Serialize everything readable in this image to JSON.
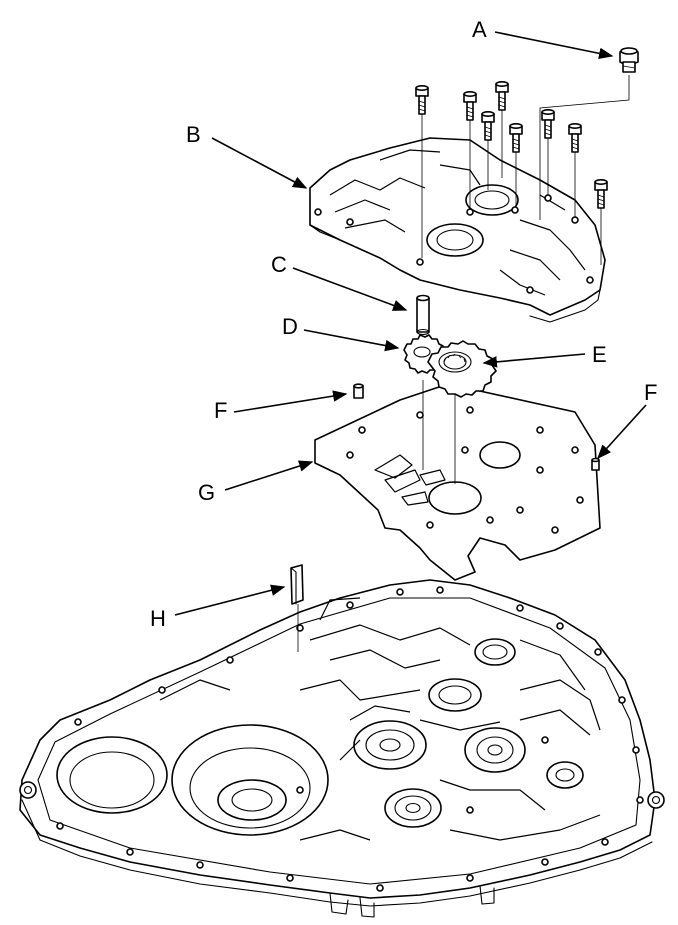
{
  "labels": {
    "A": "A",
    "B": "B",
    "C": "C",
    "D": "D",
    "E": "E",
    "F_left": "F",
    "F_right": "F",
    "G": "G",
    "H": "H"
  },
  "colors": {
    "line": "#000000",
    "background": "#ffffff"
  }
}
